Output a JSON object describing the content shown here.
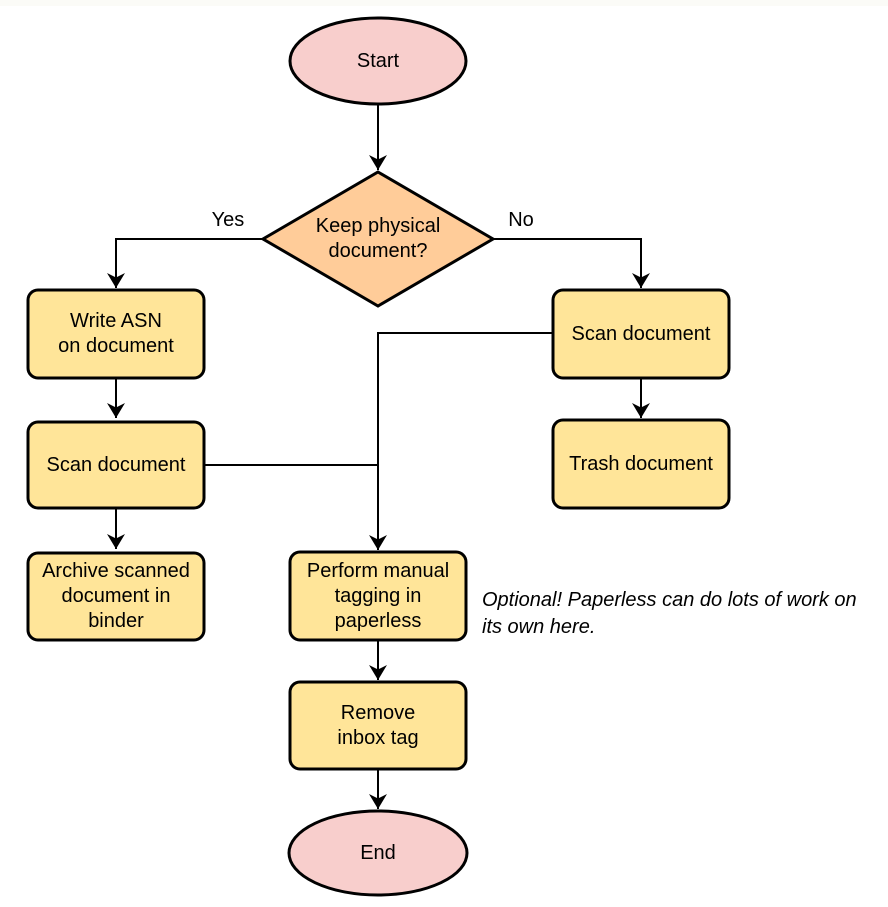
{
  "colors": {
    "terminal_fill": "#F8CECC",
    "decision_fill": "#FFCC99",
    "process_fill": "#FFE599",
    "stroke": "#000000"
  },
  "nodes": {
    "start": {
      "label": "Start"
    },
    "decision": {
      "label": "Keep physical\ndocument?"
    },
    "write_asn": {
      "label": "Write ASN\non document"
    },
    "scan_left": {
      "label": "Scan document"
    },
    "archive": {
      "label": "Archive scanned\ndocument in\nbinder"
    },
    "scan_right": {
      "label": "Scan document"
    },
    "trash": {
      "label": "Trash document"
    },
    "tagging": {
      "label": "Perform manual\ntagging in\npaperless"
    },
    "remove_inbox": {
      "label": "Remove\ninbox tag"
    },
    "end": {
      "label": "End"
    }
  },
  "edges": {
    "yes_label": "Yes",
    "no_label": "No"
  },
  "annotation": {
    "text": "Optional! Paperless can do lots of work on\nits own here."
  }
}
